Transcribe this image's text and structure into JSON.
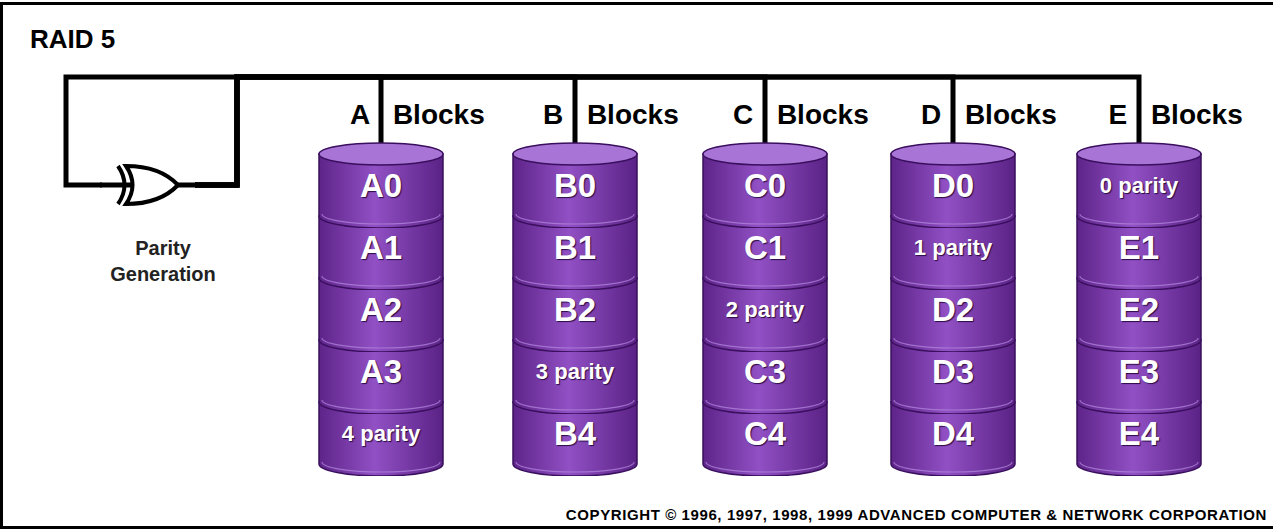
{
  "diagram": {
    "title": "RAID 5",
    "nodes": [
      {
        "text": [
          "Parity Generation"
        ]
      },
      {
        "text": [
          "A Blocks"
        ]
      },
      {
        "text": [
          "A0"
        ],
        "in": 1
      },
      {
        "text": [
          "A1"
        ],
        "in": 1
      },
      {
        "text": [
          "A2"
        ],
        "in": 1
      },
      {
        "text": [
          "A3"
        ],
        "in": 1
      },
      {
        "text": [
          "4 parity"
        ],
        "in": 1
      },
      {
        "text": [
          "B Blocks"
        ]
      },
      {
        "text": [
          "B0"
        ],
        "in": 7
      },
      {
        "text": [
          "B1"
        ],
        "in": 7
      },
      {
        "text": [
          "B2"
        ],
        "in": 7
      },
      {
        "text": [
          "3 parity"
        ],
        "in": 7
      },
      {
        "text": [
          "B4"
        ],
        "in": 7
      },
      {
        "text": [
          "C Blocks"
        ]
      },
      {
        "text": [
          "C0"
        ],
        "in": 13
      },
      {
        "text": [
          "C1"
        ],
        "in": 13
      },
      {
        "text": [
          "2 parity"
        ],
        "in": 13
      },
      {
        "text": [
          "C3"
        ],
        "in": 13
      },
      {
        "text": [
          "C4"
        ],
        "in": 13
      },
      {
        "text": [
          "D Blocks"
        ]
      },
      {
        "text": [
          "D0"
        ],
        "in": 19
      },
      {
        "text": [
          "1 parity"
        ],
        "in": 19
      },
      {
        "text": [
          "D2"
        ],
        "in": 19
      },
      {
        "text": [
          "D3"
        ],
        "in": 19
      },
      {
        "text": [
          "D4"
        ],
        "in": 19
      },
      {
        "text": [
          "E Blocks"
        ]
      },
      {
        "text": [
          "0 parity"
        ],
        "in": 25
      },
      {
        "text": [
          "E1"
        ],
        "in": 25
      },
      {
        "text": [
          "E2"
        ],
        "in": 25
      },
      {
        "text": [
          "E3"
        ],
        "in": 25
      },
      {
        "text": [
          "E4"
        ],
        "in": 25
      }
    ],
    "edges": [
      {
        "from": 0,
        "to": 1,
        "arrow": "none"
      },
      {
        "from": 0,
        "to": 7,
        "arrow": "none"
      },
      {
        "from": 0,
        "to": 13,
        "arrow": "none"
      },
      {
        "from": 0,
        "to": 19,
        "arrow": "none"
      },
      {
        "from": 0,
        "to": 25,
        "arrow": "none"
      }
    ],
    "labels": [
      "COPYRIGHT © 1996, 1997, 1998, 1999 ADVANCED COMPUTER & NETWORK CORPORATION"
    ]
  }
}
